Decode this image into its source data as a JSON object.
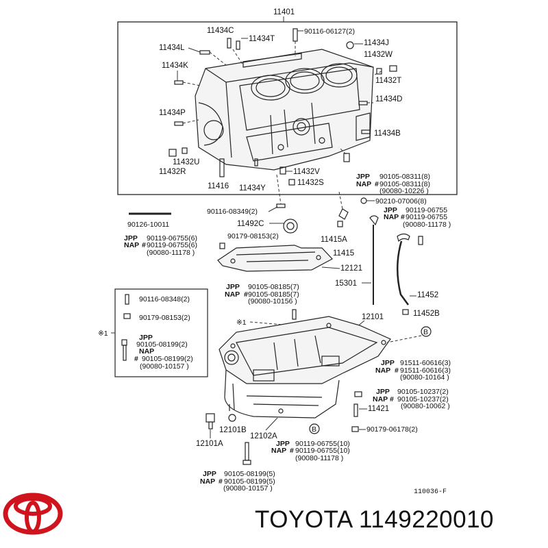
{
  "main_label": "11401",
  "callouts": {
    "c11434C": "11434C",
    "c11434T": "11434T",
    "c90116_06127": "90116-06127(2)",
    "c11434J": "11434J",
    "c11432W": "11432W",
    "c11434L": "11434L",
    "c11434K": "11434K",
    "c11432T": "11432T",
    "c11434D": "11434D",
    "c11434P": "11434P",
    "c11434B": "11434B",
    "c11432U": "11432U",
    "c11432R": "11432R",
    "c11432V": "11432V",
    "c11416": "11416",
    "c11434Y": "11434Y",
    "c11432S": "11432S",
    "c90116_08349": "90116-08349(2)",
    "c90210_07006": "90210-07006(8)",
    "c90126_10011": "90126-10011",
    "c11492C": "11492C",
    "c90179_08153": "90179-08153(2)",
    "c11415A": "11415A",
    "c11415": "11415",
    "c12121": "12121",
    "c15301": "15301",
    "c11452": "11452",
    "c11452B": "11452B",
    "c12101": "12101",
    "c90116_08348": "90116-08348(2)",
    "c90179_08153b": "90179-08153(2)",
    "c11421": "11421",
    "c90179_06178": "90179-06178(2)",
    "c12101B": "12101B",
    "c12102A": "12102A",
    "c12101A": "12101A"
  },
  "multi": {
    "g1": {
      "jpp": "JPP",
      "nap": "NAP",
      "mark": "#",
      "v1": "90105-08311(8)",
      "v2": "90105-08311(8)",
      "v3": "(90080-10226 )"
    },
    "g2": {
      "jpp": "JPP",
      "nap": "NAP",
      "mark": "#",
      "v1": "90119-06755",
      "v2": "90119-06755",
      "v3": "(90080-11178 )"
    },
    "g3": {
      "jpp": "JPP",
      "nap": "NAP",
      "mark": "#",
      "v1": "90119-06755(6)",
      "v2": "90119-06755(6)",
      "v3": "(90080-11178 )"
    },
    "g4": {
      "jpp": "JPP",
      "nap": "NAP",
      "mark": "#",
      "v1": "90105-08185(7)",
      "v2": "90105-08185(7)",
      "v3": "(90080-10156 )"
    },
    "g5": {
      "jpp": "JPP",
      "nap": "NAP",
      "mark": "#",
      "v1": "90105-08199(2)",
      "v2": "90105-08199(2)",
      "v3": "(90080-10157 )"
    },
    "g6": {
      "jpp": "JPP",
      "nap": "NAP",
      "mark": "#",
      "v1": "91511-60616(3)",
      "v2": "91511-60616(3)",
      "v3": "(90080-10164 )"
    },
    "g7": {
      "jpp": "JPP",
      "nap": "NAP",
      "mark": "#",
      "v1": "90105-10237(2)",
      "v2": "90105-10237(2)",
      "v3": "(90080-10062 )"
    },
    "g8": {
      "jpp": "JPP",
      "nap": "NAP",
      "mark": "#",
      "v1": "90119-06755(10)",
      "v2": "90119-06755(10)",
      "v3": "(90080-11178 )"
    },
    "g9": {
      "jpp": "JPP",
      "nap": "NAP",
      "mark": "#",
      "v1": "90105-08199(5)",
      "v2": "90105-08199(5)",
      "v3": "(90080-10157 )"
    }
  },
  "markers": {
    "note1": "※1",
    "note1b": "※1",
    "b_ref": "B",
    "b_ref2": "B"
  },
  "drawing_ref": "110036-F",
  "brand_text": "TOYOTA 1149220010",
  "colors": {
    "logo_red": "#d0141e",
    "line": "#222222"
  }
}
